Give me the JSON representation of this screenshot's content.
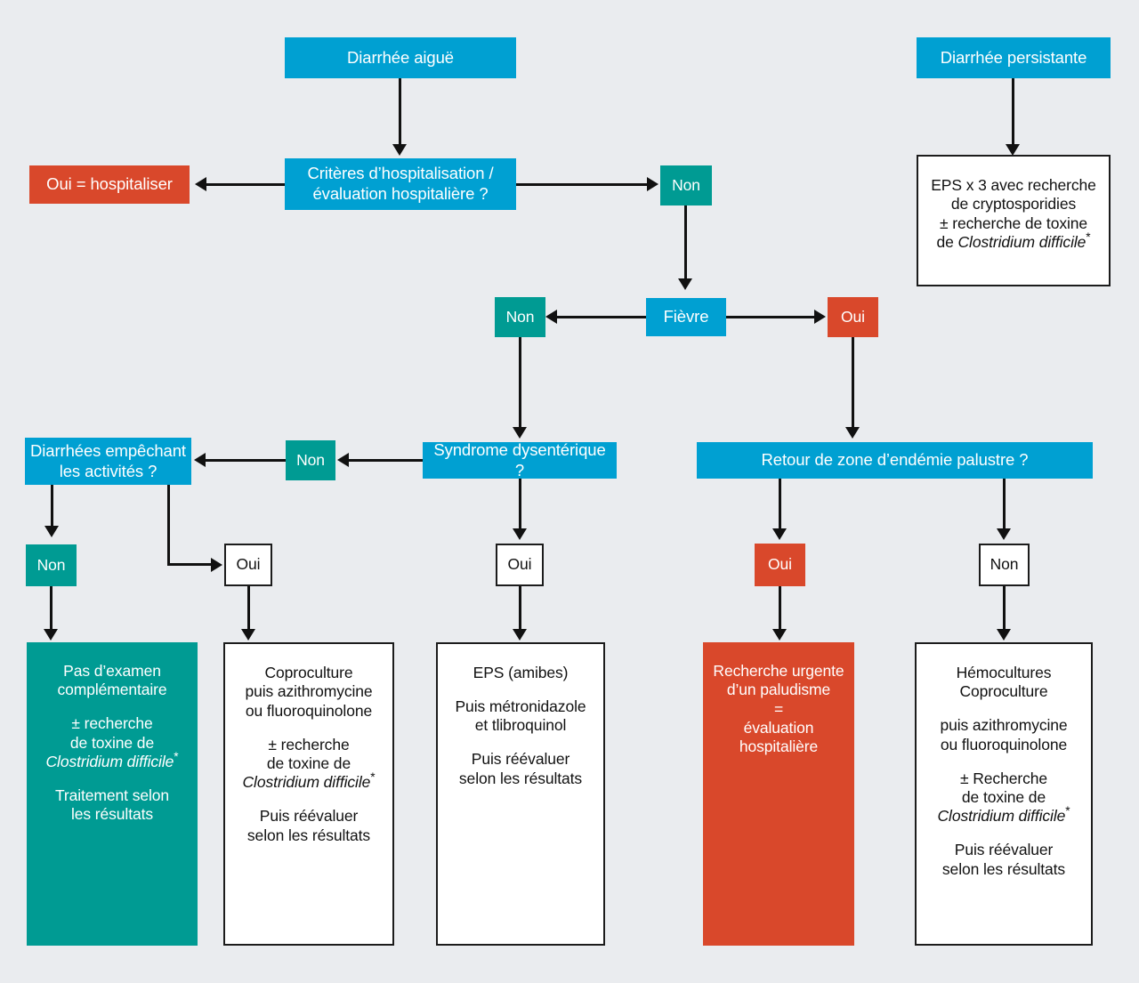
{
  "meta": {
    "background_color": "#eaecef",
    "colors": {
      "blue": "#00a0d2",
      "teal": "#009b93",
      "red": "#d9482b",
      "white": "#ffffff",
      "line": "#111111"
    }
  },
  "nodes": {
    "diarrhee_aigue": {
      "label": "Diarrhée aiguë"
    },
    "diarrhee_persistante": {
      "label": "Diarrhée persistante"
    },
    "criteres_hospitalisation": {
      "line1": "Critères d’hospitalisation /",
      "line2": "évaluation hospitalière ?"
    },
    "oui_hospitaliser": {
      "label": "Oui = hospitaliser"
    },
    "eps_x3": {
      "line1": "EPS x 3 avec recherche",
      "line2": "de cryptosporidies",
      "line3": "± recherche de toxine",
      "line4_prefix": "de ",
      "line4_italic": "Clostridium difficile",
      "line4_star": "*"
    },
    "non_hosp": {
      "label": "Non"
    },
    "fievre": {
      "label": "Fièvre"
    },
    "non_fievre": {
      "label": "Non"
    },
    "oui_fievre": {
      "label": "Oui"
    },
    "syndrome_dysenterique": {
      "label": "Syndrome dysentérique ?"
    },
    "non_dysenterie": {
      "label": "Non"
    },
    "diarrhees_activites": {
      "line1": "Diarrhées empêchant",
      "line2": "les activités ?"
    },
    "retour_endemie": {
      "label": "Retour de zone d’endémie palustre ?"
    },
    "non_activites": {
      "label": "Non"
    },
    "oui_activites": {
      "label": "Oui"
    },
    "oui_dysenterie": {
      "label": "Oui"
    },
    "oui_palustre": {
      "label": "Oui"
    },
    "non_palustre": {
      "label": "Non"
    }
  },
  "outcomes": {
    "pas_examen": {
      "l1": "Pas d’examen",
      "l2": "complémentaire",
      "l3": "± recherche",
      "l4": "de toxine de",
      "l5_italic": "Clostridium difficile",
      "l5_star": "*",
      "l6": "Traitement selon",
      "l7": "les résultats"
    },
    "coproculture": {
      "l1": "Coproculture",
      "l2": "puis azithromycine",
      "l3": "ou fluoroquinolone",
      "l4": "± recherche",
      "l5": "de toxine de",
      "l6_italic": "Clostridium difficile",
      "l6_star": "*",
      "l7": "Puis réévaluer",
      "l8": "selon les résultats"
    },
    "eps_amibes": {
      "l1": "EPS (amibes)",
      "l2": "Puis métronidazole",
      "l3": "et tlibroquinol",
      "l4": "Puis réévaluer",
      "l5": "selon les résultats"
    },
    "paludisme": {
      "l1": "Recherche urgente",
      "l2": "d’un paludisme",
      "l3": "=",
      "l4": "évaluation",
      "l5": "hospitalière"
    },
    "hemocultures": {
      "l1": "Hémocultures",
      "l2": "Coproculture",
      "l3": "puis azithromycine",
      "l4": "ou fluoroquinolone",
      "l5": "±  Recherche",
      "l6": "de toxine de",
      "l7_italic": "Clostridium difficile",
      "l7_star": "*",
      "l8": "Puis réévaluer",
      "l9": "selon les résultats"
    }
  }
}
